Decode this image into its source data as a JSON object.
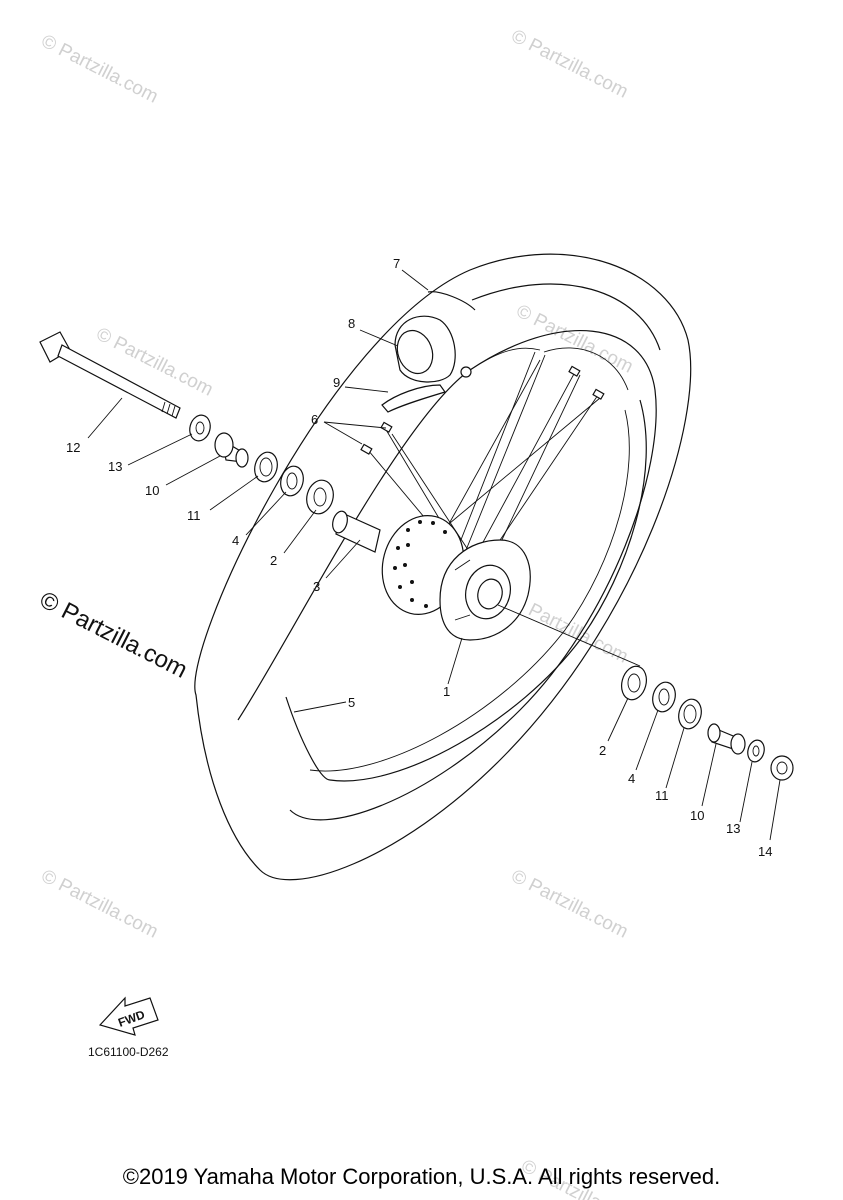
{
  "watermark": "© Partzilla.com",
  "fwd_label": "FWD",
  "diagram_code": "1C61100-D262",
  "copyright": "©2019 Yamaha Motor Corporation, U.S.A. All rights reserved.",
  "callouts": {
    "c1": "1",
    "c2a": "2",
    "c2b": "2",
    "c3": "3",
    "c4a": "4",
    "c4b": "4",
    "c5": "5",
    "c6": "6",
    "c7": "7",
    "c8": "8",
    "c9": "9",
    "c10a": "10",
    "c10b": "10",
    "c11a": "11",
    "c11b": "11",
    "c12": "12",
    "c13a": "13",
    "c13b": "13",
    "c14": "14"
  }
}
